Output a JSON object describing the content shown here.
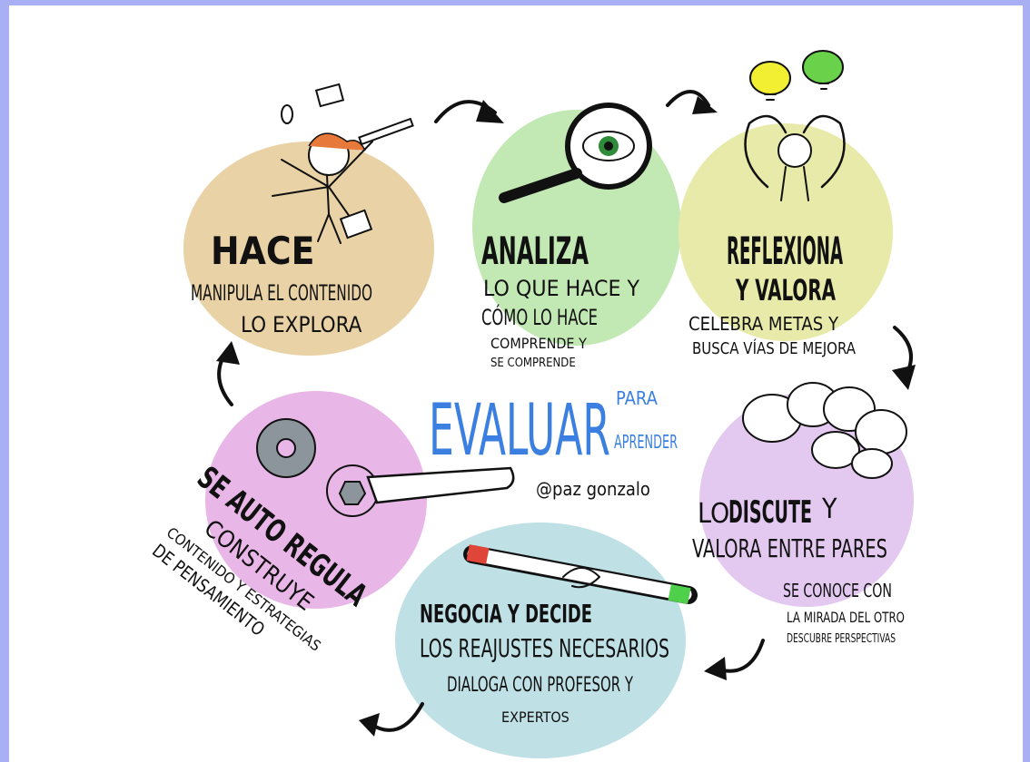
{
  "center": {
    "title": "EVALUAR",
    "para": "PARA",
    "aprender": "APRENDER",
    "author": "@paz gonzalo"
  },
  "hace": {
    "title": "HACE",
    "line1": "MANIPULA EL CONTENIDO",
    "line2": "LO EXPLORA"
  },
  "analiza": {
    "title": "ANALIZA",
    "line1": "LO QUE HACE Y",
    "line2": "CÓMO LO HACE",
    "line3": "COMPRENDE Y",
    "line4": "SE COMPRENDE"
  },
  "reflexiona": {
    "title": "REFLEXIONA",
    "line1": "Y VALORA",
    "line2": "CELEBRA METAS Y",
    "line3": "BUSCA VÍAS DE MEJORA"
  },
  "discute": {
    "lo": "LO",
    "title": "DISCUTE",
    "y": "Y",
    "line1": "VALORA ENTRE PARES",
    "line2": "SE CONOCE CON",
    "line3": "LA MIRADA DEL OTRO",
    "line4": "DESCUBRE PERSPECTIVAS"
  },
  "negocia": {
    "title": "NEGOCIA Y DECIDE",
    "line1": "LOS REAJUSTES NECESARIOS",
    "line2": "DIALOGA CON PROFESOR Y",
    "line3": "EXPERTOS"
  },
  "regula": {
    "title1": "SE AUTO REGULA",
    "line1": "CONSTRUYE",
    "line2": "CONTENIDO Y ESTRATEGIAS",
    "line3": "DE PENSAMIENTO"
  },
  "colors": {
    "hace": "#e9d2a5",
    "analiza": "#c2e8b4",
    "reflexiona": "#e7eaa9",
    "discute": "#e3c8f0",
    "negocia": "#bfe1e6",
    "regula": "#e9b6e8",
    "accent": "#3b7fe0",
    "background": "#a9aff3"
  }
}
